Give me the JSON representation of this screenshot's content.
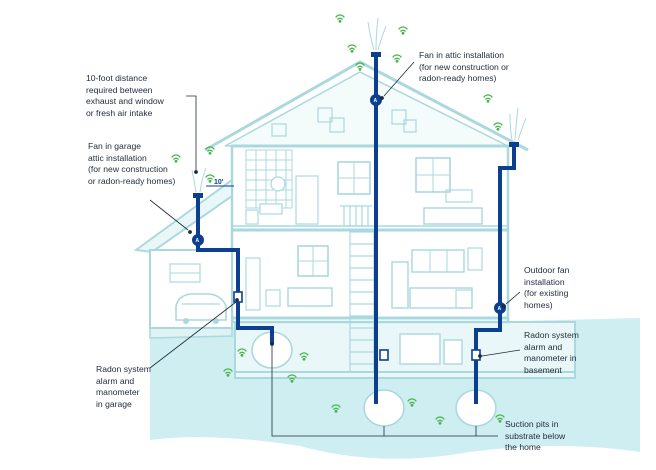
{
  "labels": {
    "ten_foot_distance": "10-foot distance\nrequired between\nexhaust and window\nor fresh air intake",
    "fan_garage_attic": "Fan in garage\nattic installation\n(for new construction\nor radon-ready homes)",
    "fan_attic": "Fan in attic installation\n(for new construction or\nradon-ready homes)",
    "outdoor_fan": "Outdoor fan\ninstallation\n(for existing\nhomes)",
    "alarm_basement": "Radon system\nalarm and\nmanometer in\nbasement",
    "alarm_garage": "Radon system\nalarm and\nmanometer\nin garage",
    "suction_pits": "Suction pits in\nsubstrate below\nthe home",
    "distance_marker": "10'",
    "fan_mark": "A"
  },
  "colors": {
    "pipe": "#0d3f91",
    "line": "#a9d9df",
    "fill": "#dff3f5",
    "ground": "#cfeef2",
    "radon": "#46b649",
    "leader": "#1f2b3a"
  }
}
